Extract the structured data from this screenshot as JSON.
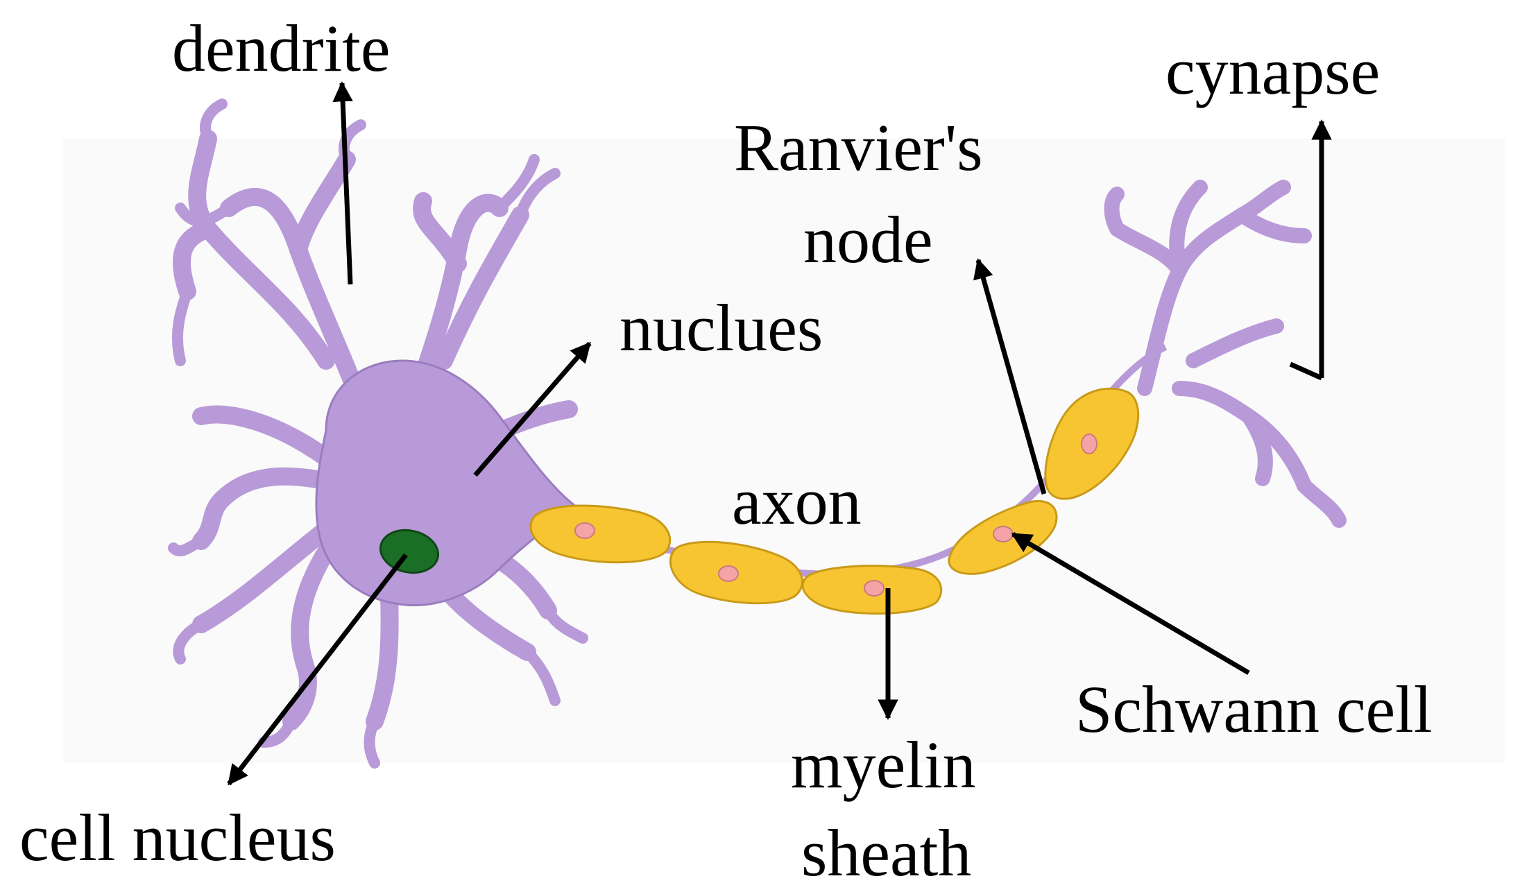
{
  "labels": {
    "dendrite": "dendrite",
    "synapse": "cynapse",
    "ranvier_line1": "Ranvier's",
    "ranvier_line2": "node",
    "nucleus": "nuclues",
    "axon": "axon",
    "schwann": "Schwann cell",
    "myelin_line1": "myelin",
    "myelin_line2": "sheath",
    "cell_nucleus": "cell nucleus"
  },
  "colors": {
    "dendrite_fill": "#b89ad8",
    "dendrite_stroke": "#9a7cc0",
    "myelin_fill": "#f8c532",
    "myelin_stroke": "#c89a18",
    "schwann_nucleus": "#f6a3a8",
    "cell_nucleus": "#1b6e25",
    "arrow": "#000000"
  }
}
